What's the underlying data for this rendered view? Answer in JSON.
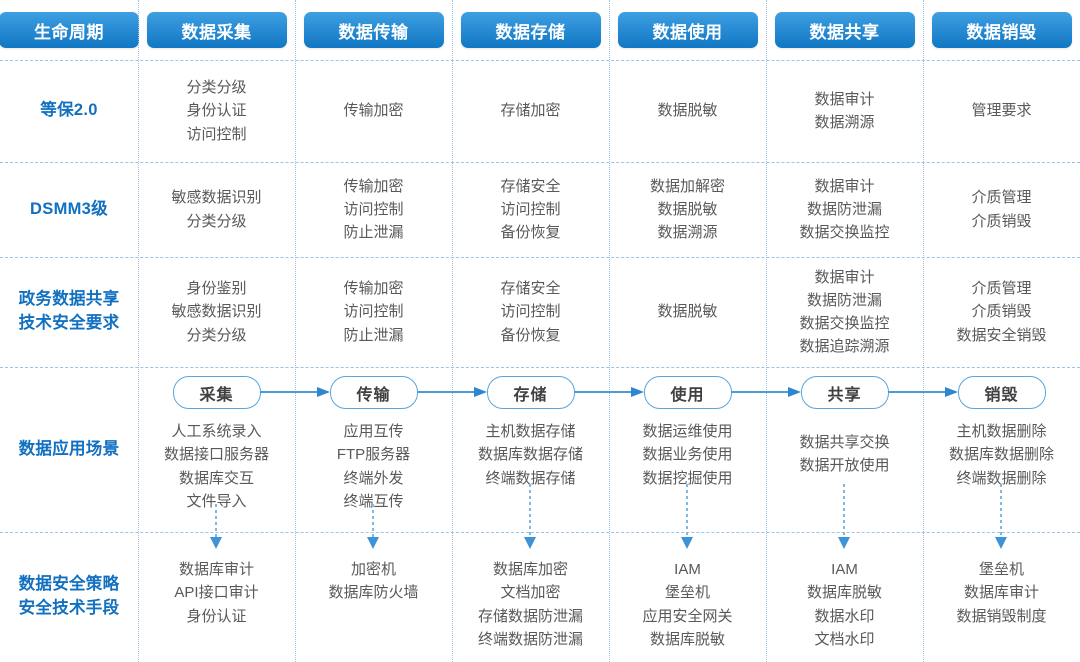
{
  "meta": {
    "accent_blue": "#1177c4",
    "pill_border": "#59a6dd",
    "separator_color": "#9dc3e6",
    "body_text": "#595959"
  },
  "header": {
    "columns": [
      {
        "label": "生命周期"
      },
      {
        "label": "数据采集"
      },
      {
        "label": "数据传输"
      },
      {
        "label": "数据存储"
      },
      {
        "label": "数据使用"
      },
      {
        "label": "数据共享"
      },
      {
        "label": "数据销毁"
      }
    ]
  },
  "rows": [
    {
      "label": "等保2.0",
      "label_lines": [
        "等保2.0"
      ],
      "cells": [
        [
          "分类分级",
          "身份认证",
          "访问控制"
        ],
        [
          "传输加密"
        ],
        [
          "存储加密"
        ],
        [
          "数据脱敏"
        ],
        [
          "数据审计",
          "数据溯源"
        ],
        [
          "管理要求"
        ]
      ]
    },
    {
      "label": "DSMM3级",
      "label_lines": [
        "DSMM3级"
      ],
      "cells": [
        [
          "敏感数据识别",
          "分类分级"
        ],
        [
          "传输加密",
          "访问控制",
          "防止泄漏"
        ],
        [
          "存储安全",
          "访问控制",
          "备份恢复"
        ],
        [
          "数据加解密",
          "数据脱敏",
          "数据溯源"
        ],
        [
          "数据审计",
          "数据防泄漏",
          "数据交换监控"
        ],
        [
          "介质管理",
          "介质销毁"
        ]
      ]
    },
    {
      "label": "政务数据共享技术安全要求",
      "label_lines": [
        "政务数据共享",
        "技术安全要求"
      ],
      "cells": [
        [
          "身份鉴别",
          "敏感数据识别",
          "分类分级"
        ],
        [
          "传输加密",
          "访问控制",
          "防止泄漏"
        ],
        [
          "存储安全",
          "访问控制",
          "备份恢复"
        ],
        [
          "数据脱敏"
        ],
        [
          "数据审计",
          "数据防泄漏",
          "数据交换监控",
          "数据追踪溯源"
        ],
        [
          "介质管理",
          "介质销毁",
          "数据安全销毁"
        ]
      ]
    },
    {
      "label": "数据应用场景",
      "label_lines": [
        "数据应用场景"
      ],
      "stages": [
        "采集",
        "传输",
        "存储",
        "使用",
        "共享",
        "销毁"
      ],
      "cells": [
        [
          "人工系统录入",
          "数据接口服务器",
          "数据库交互",
          "文件导入"
        ],
        [
          "应用互传",
          "FTP服务器",
          "终端外发",
          "终端互传"
        ],
        [
          "主机数据存储",
          "数据库数据存储",
          "终端数据存储"
        ],
        [
          "数据运维使用",
          "数据业务使用",
          "数据挖掘使用"
        ],
        [
          "数据共享交换",
          "数据开放使用"
        ],
        [
          "主机数据删除",
          "数据库数据删除",
          "终端数据删除"
        ]
      ]
    },
    {
      "label": "数据安全策略安全技术手段",
      "label_lines": [
        "数据安全策略",
        "安全技术手段"
      ],
      "cells": [
        [
          "数据库审计",
          "API接口审计",
          "身份认证"
        ],
        [
          "加密机",
          "数据库防火墙"
        ],
        [
          "数据库加密",
          "文档加密",
          "存储数据防泄漏",
          "终端数据防泄漏"
        ],
        [
          "IAM",
          "堡垒机",
          "应用安全网关",
          "数据库脱敏"
        ],
        [
          "IAM",
          "数据库脱敏",
          "数据水印",
          "文档水印"
        ],
        [
          "堡垒机",
          "数据库审计",
          "数据销毁制度"
        ]
      ]
    }
  ]
}
